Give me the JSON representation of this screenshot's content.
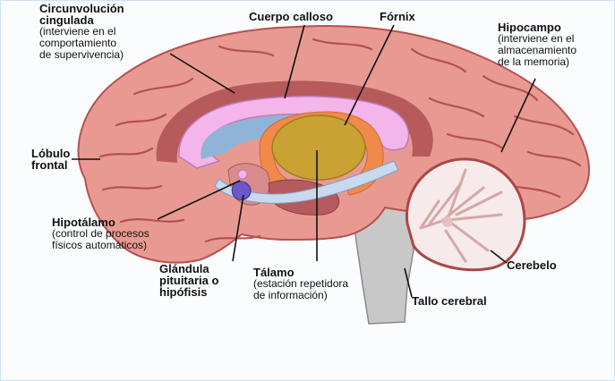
{
  "labels": {
    "cingulate": {
      "title_1": "Circunvolución",
      "title_2": "cingulada",
      "desc_1": "(interviene en el",
      "desc_2": "comportamiento",
      "desc_3": "de supervivencia)"
    },
    "corpus": {
      "title": "Cuerpo calloso"
    },
    "fornix": {
      "title": "Fórnix"
    },
    "hippocampus": {
      "title": "Hipocampo",
      "desc_1": "(interviene en el",
      "desc_2": "almacenamiento",
      "desc_3": "de la memoria)"
    },
    "frontal": {
      "title_1": "Lóbulo",
      "title_2": "frontal"
    },
    "hypothalamus": {
      "title": "Hipotálamo",
      "desc_1": "(control de procesos",
      "desc_2": "físicos automáticos)"
    },
    "pituitary": {
      "title_1": "Glándula",
      "title_2": "pituitaria o",
      "title_3": "hipófisis"
    },
    "thalamus": {
      "title": "Tálamo",
      "desc_1": "(estación repetidora",
      "desc_2": "de información)"
    },
    "cerebellum": {
      "title": "Cerebelo"
    },
    "brainstem": {
      "title": "Tallo cerebral"
    }
  },
  "colors": {
    "cortex": "#e89a92",
    "cortex_dark": "#b8504f",
    "cingulate": "#b65a5c",
    "corpus": "#f3b5ea",
    "ventricle": "#8fb4d8",
    "fornix": "#f08a4a",
    "thalamus": "#c9a233",
    "brainstem": "#c8c8c8",
    "cerebellum": "#f6eaea",
    "pituitary": "#6a58c8"
  }
}
